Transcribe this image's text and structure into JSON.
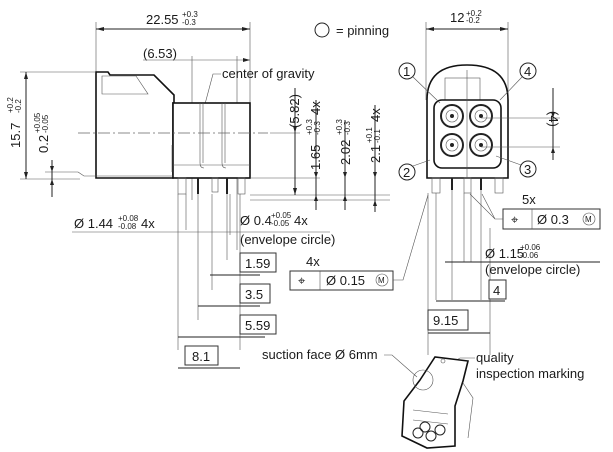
{
  "title": "Connector dimension drawing",
  "legend": {
    "pinning": "= pinning"
  },
  "dims": {
    "overall_length": {
      "value": "22.55",
      "tol_plus": "+0.3",
      "tol_minus": "-0.3"
    },
    "cog_offset": "(6.53)",
    "cog_label": "center of gravity",
    "height": {
      "value": "15.7",
      "tol_plus": "+0.2",
      "tol_minus": "-0.2"
    },
    "standoff": {
      "value": "0.2",
      "tol_plus": "+0.05",
      "tol_minus": "-0.05"
    },
    "cog_height": "(5.82)",
    "d165": {
      "value": "1.65",
      "tol_plus": "+0.3",
      "tol_minus": "-0.3",
      "count": "4x"
    },
    "d202": {
      "value": "2.02",
      "tol_plus": "+0.3",
      "tol_minus": "-0.3"
    },
    "d21": {
      "value": "2.1",
      "tol_plus": "+0.1",
      "tol_minus": "-0.1",
      "count": "4x"
    },
    "width": {
      "value": "12",
      "tol_plus": "+0.2",
      "tol_minus": "-0.2"
    },
    "pitch": "(4)",
    "pin144": {
      "value": "Ø 1.44",
      "tol_plus": "+0.08",
      "tol_minus": "-0.08",
      "count": "4x"
    },
    "pin04": {
      "value": "Ø 0.4",
      "tol_plus": "+0.05",
      "tol_minus": "-0.05",
      "count": "4x",
      "note": "(envelope circle)"
    },
    "pin115": {
      "value": "Ø 1.15",
      "tol_plus": "+0.06",
      "tol_minus": "-0.06",
      "note": "(envelope circle)"
    },
    "basic": [
      "1.59",
      "3.5",
      "5.59",
      "8.1",
      "4",
      "9.15"
    ]
  },
  "fcf": [
    {
      "count": "5x",
      "symbol": "⌖",
      "tol": "Ø 0.3",
      "modifier": "M"
    },
    {
      "count": "4x",
      "symbol": "⌖",
      "tol": "Ø 0.15",
      "modifier": "M"
    }
  ],
  "pins": [
    "1",
    "2",
    "3",
    "4"
  ],
  "callouts": {
    "suction": "suction face Ø 6mm",
    "quality1": "quality",
    "quality2": "inspection marking"
  }
}
